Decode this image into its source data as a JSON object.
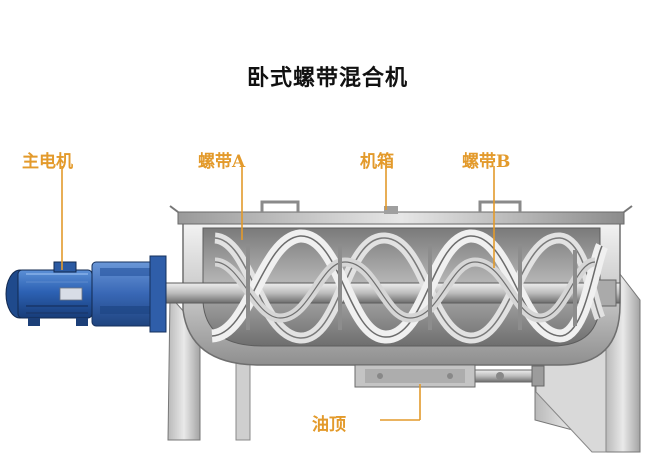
{
  "title": "卧式螺带混合机",
  "label_color": "#e39a2b",
  "labels": {
    "motor": "主电机",
    "ribbon_a": "螺带A",
    "housing": "机箱",
    "ribbon_b": "螺带B",
    "cylinder": "油顶"
  }
}
